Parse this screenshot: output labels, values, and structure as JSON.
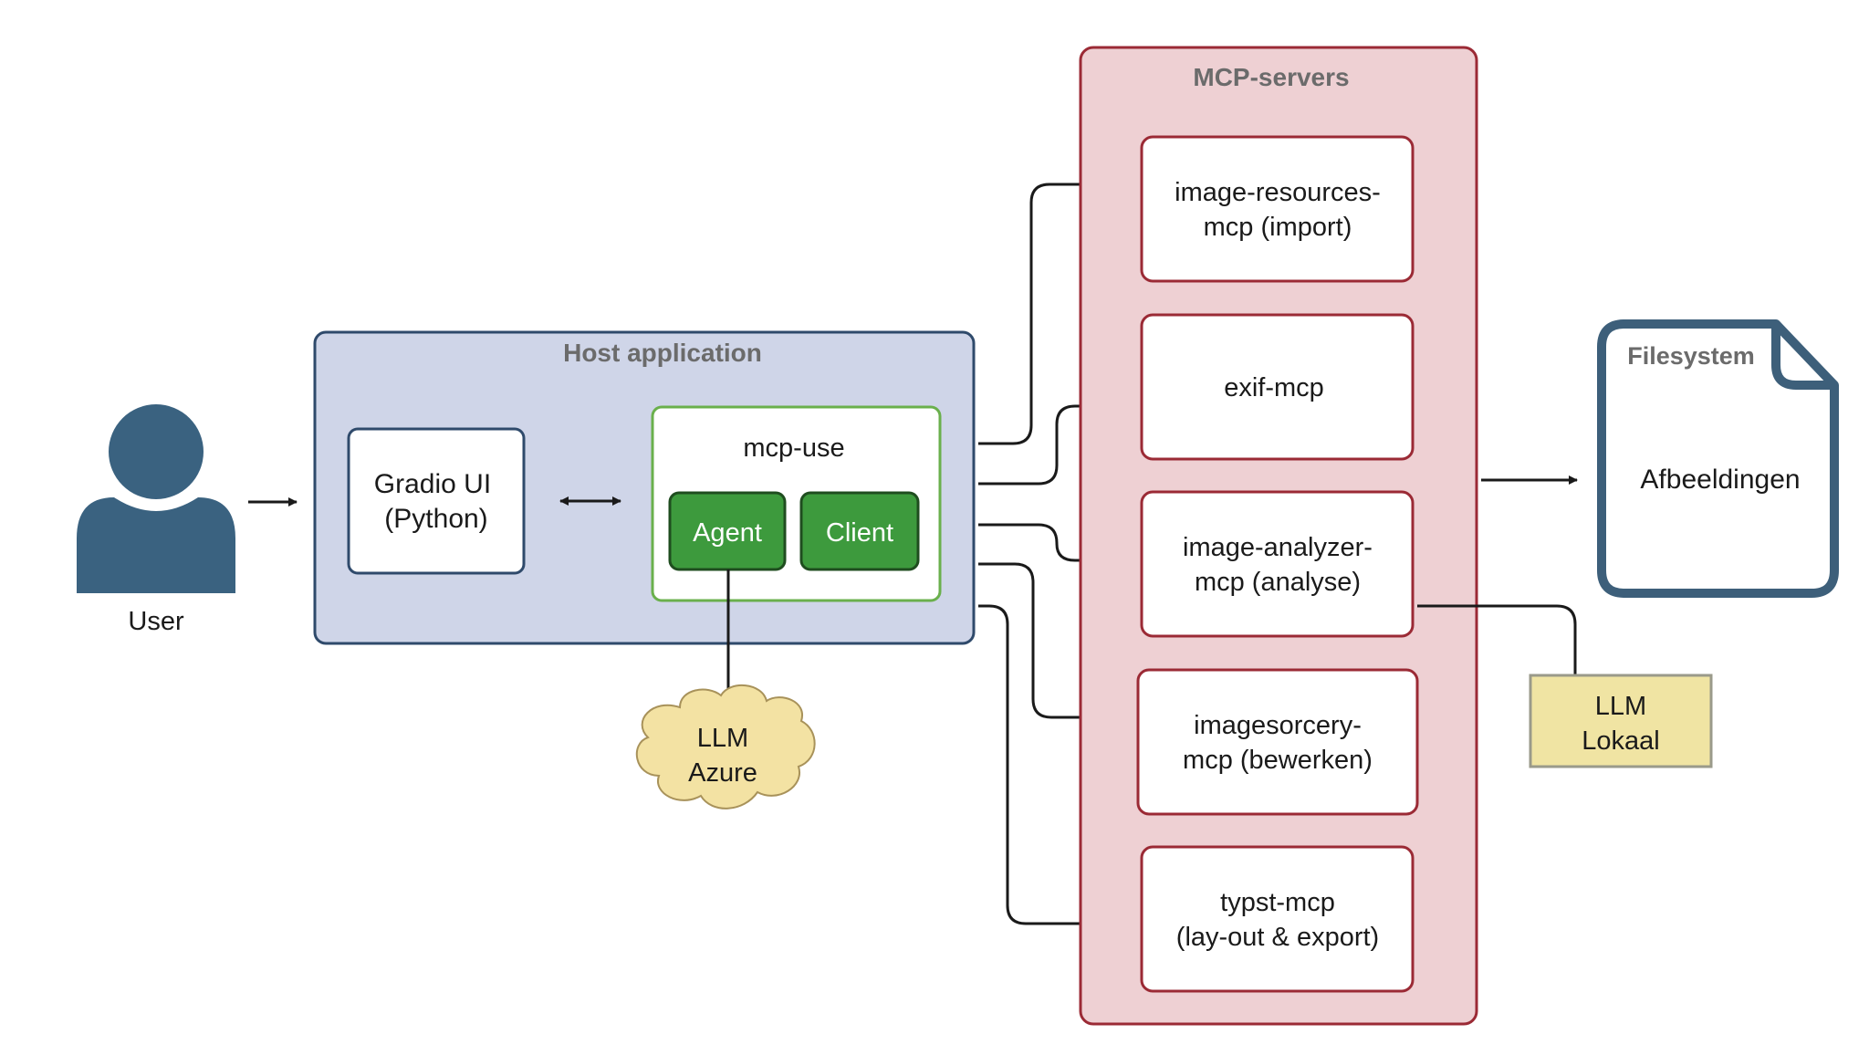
{
  "user": {
    "label": "User"
  },
  "host": {
    "title": "Host application",
    "gradio": {
      "line1": "Gradio UI",
      "line2": "(Python)"
    },
    "mcp_use": {
      "title": "mcp-use",
      "agent": "Agent",
      "client": "Client"
    }
  },
  "llm_azure": {
    "line1": "LLM",
    "line2": "Azure"
  },
  "mcp_servers": {
    "title": "MCP-servers",
    "items": [
      {
        "line1": "image-resources-",
        "line2": "mcp (import)"
      },
      {
        "line1": "exif-mcp",
        "line2": ""
      },
      {
        "line1": "image-analyzer-",
        "line2": "mcp (analyse)"
      },
      {
        "line1": "imagesorcery-",
        "line2": "mcp (bewerken)"
      },
      {
        "line1": "typst-mcp",
        "line2": "(lay-out & export)"
      }
    ]
  },
  "filesystem": {
    "title": "Filesystem",
    "label": "Afbeeldingen"
  },
  "llm_local": {
    "line1": "LLM",
    "line2": "Lokaal"
  },
  "colors": {
    "host_fill": "#cfd5e8",
    "host_border": "#2f4a6b",
    "mcp_group_fill": "#eed0d3",
    "mcp_border": "#9b2a35",
    "mcp_use_border": "#6ab04c",
    "agent_fill": "#3d9a3d",
    "agent_border": "#1f4d1f",
    "cloud_fill": "#f3e2a3",
    "local_fill": "#f0e4a3",
    "user_icon": "#3a6280",
    "filesystem_border": "#3d5f7a"
  }
}
